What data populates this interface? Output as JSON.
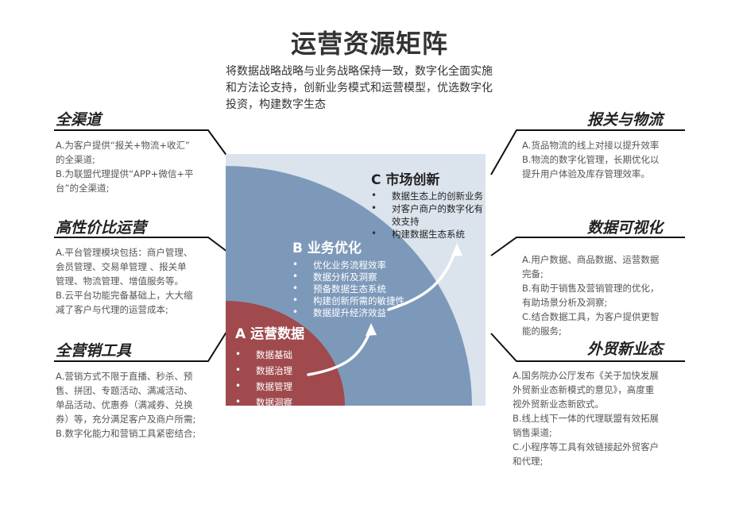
{
  "title": "运营资源矩阵",
  "intro": "将数据战略战略与业务战略保持一致，数字化全面实施和方法论支持，创新业务模式和运营模型，优选数字化投资，构建数字生态",
  "left_sections": [
    {
      "heading": "全渠道",
      "lines": [
        "A.为客户提供“报关+物流+收汇”",
        "的全渠道;",
        "B.为联盟代理提供“APP+微信+平",
        "台”的全渠道;"
      ]
    },
    {
      "heading": "高性价比运营",
      "lines": [
        "A.平台管理模块包括：商户管理、",
        "会员管理、交易单管理 、报关单",
        "管理、物流管理、增值服务等。",
        "B.云平台功能完备基础上，大大缩",
        "减了客户与代理的运营成本;"
      ]
    },
    {
      "heading": "全营销工具",
      "lines": [
        "A.营销方式不限于直播、秒杀、预",
        "售、拼团、专题活动、满减活动、",
        "单品活动、优惠券（满减券、兑换",
        "券）等，充分满足客户及商户所需;",
        "B.数字化能力和营销工具紧密结合;"
      ]
    }
  ],
  "right_sections": [
    {
      "heading": "报关与物流",
      "lines": [
        "A.货品物流的线上对接以提升效率",
        "B.物流的数字化管理，长期优化以",
        "提升用户体验及库存管理效率。"
      ]
    },
    {
      "heading": "数据可视化",
      "lines": [
        "A.用户数据、商品数据、运营数据",
        "完备;",
        "B.有助于销售及营销管理的优化，",
        "有助场景分析及洞察;",
        "C.结合数据工具，为客户提供更智",
        "能的服务;"
      ]
    },
    {
      "heading": "外贸新业态",
      "lines": [
        "A.国务院办公厅发布《关于加快发展",
        "外贸新业态新模式的意见》，高度重",
        "视外贸新业态新欧式。",
        "B.线上线下一体的代理联盟有效拓展",
        "销售渠道;",
        "C.小程序等工具有效链接起外贸客户",
        "和代理;"
      ]
    }
  ],
  "panels": {
    "a": {
      "label": "A 运营数据",
      "items": [
        "数据基础",
        "数据治理",
        "数据管理",
        "数据洞察"
      ]
    },
    "b": {
      "label": "B 业务优化",
      "items": [
        "优化业务流程效率",
        "数据分析及洞察",
        "预备数据生态系统",
        "构建创新所需的敏捷性",
        "数据提升经济效益"
      ]
    },
    "c": {
      "label": "C 市场创新",
      "items": [
        "数据生态上的创新业务",
        "对客户商户的数字化有",
        "效支持",
        "构建数据生态系统"
      ]
    }
  },
  "colors": {
    "panel_c_bg": "#dbe3ec",
    "panel_b_bg": "#7d99ba",
    "panel_a_bg": "#a04a4d",
    "connector": "#111111"
  }
}
